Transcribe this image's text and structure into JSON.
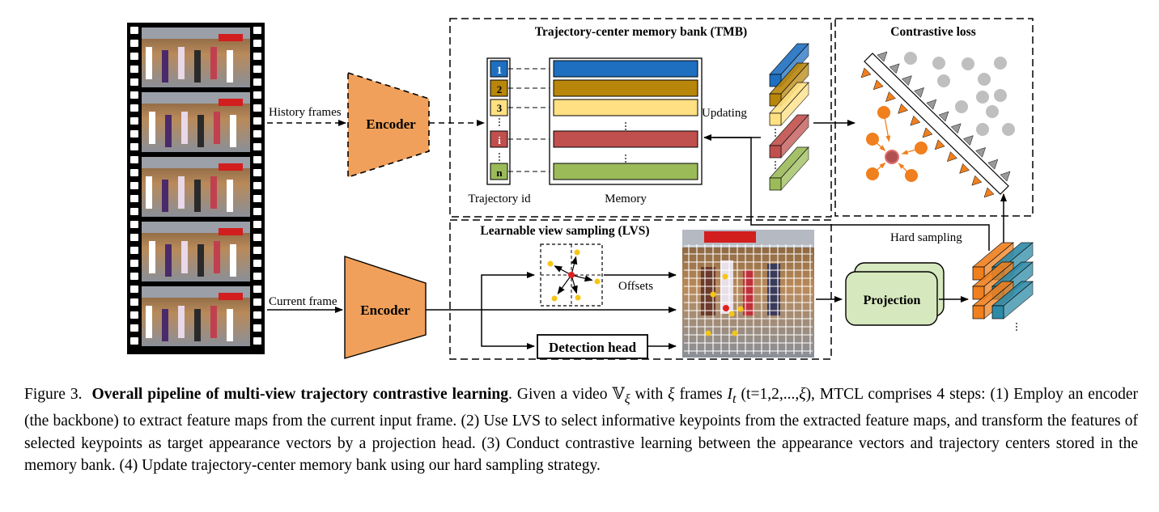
{
  "figure": {
    "film_strip": {
      "description_icon": "film-strip-icon",
      "frame_count": 5
    },
    "labels": {
      "history_frames": "History frames",
      "current_frame": "Current frame",
      "encoder_top": "Encoder",
      "encoder_bottom": "Encoder",
      "tmb_title": "Trajectory-center memory bank (TMB)",
      "trajectory_id": "Trajectory id",
      "memory": "Memory",
      "updating": "Updating",
      "contrastive_title": "Contrastive loss",
      "lvs_title": "Learnable view sampling (LVS)",
      "offsets": "Offsets",
      "detection_head": "Detection head",
      "projection": "Projection",
      "hard_sampling": "Hard sampling",
      "id_1": "1",
      "id_2": "2",
      "id_3": "3",
      "id_i": "i",
      "id_n": "n"
    },
    "colors": {
      "encoder": "#F0A05A",
      "row_1": "#1F6FC1",
      "row_2": "#B8860B",
      "row_3": "#FFE082",
      "row_i": "#C0504D",
      "row_n": "#9BBB59",
      "projection": "#D6E8BE",
      "orange_dot": "#F07F1E",
      "gray_dot": "#BFBFBF",
      "center_dot": "#B05050",
      "teal": "#2E8BA8"
    }
  },
  "caption": {
    "prefix": "Figure 3.",
    "title": "Overall pipeline of multi-view trajectory contrastive learning",
    "t1": ". Given a video ",
    "video_symbol": "𝕍",
    "xi": "ξ",
    "t2": " with ",
    "t3": " frames ",
    "frame_symbol": "I",
    "t_sub": "t",
    "t4": " (t=1,2,...,",
    "t5": "), MTCL comprises 4 steps: (1) Employ an encoder (the backbone) to extract feature maps from the current input frame. (2) Use LVS to select informative keypoints from the extracted feature maps, and transform the features of selected keypoints as target appearance vectors by a projection head. (3) Conduct contrastive learning between the appearance vectors and trajectory centers stored in the memory bank. (4) Update trajectory-center memory bank using our hard sampling strategy."
  }
}
